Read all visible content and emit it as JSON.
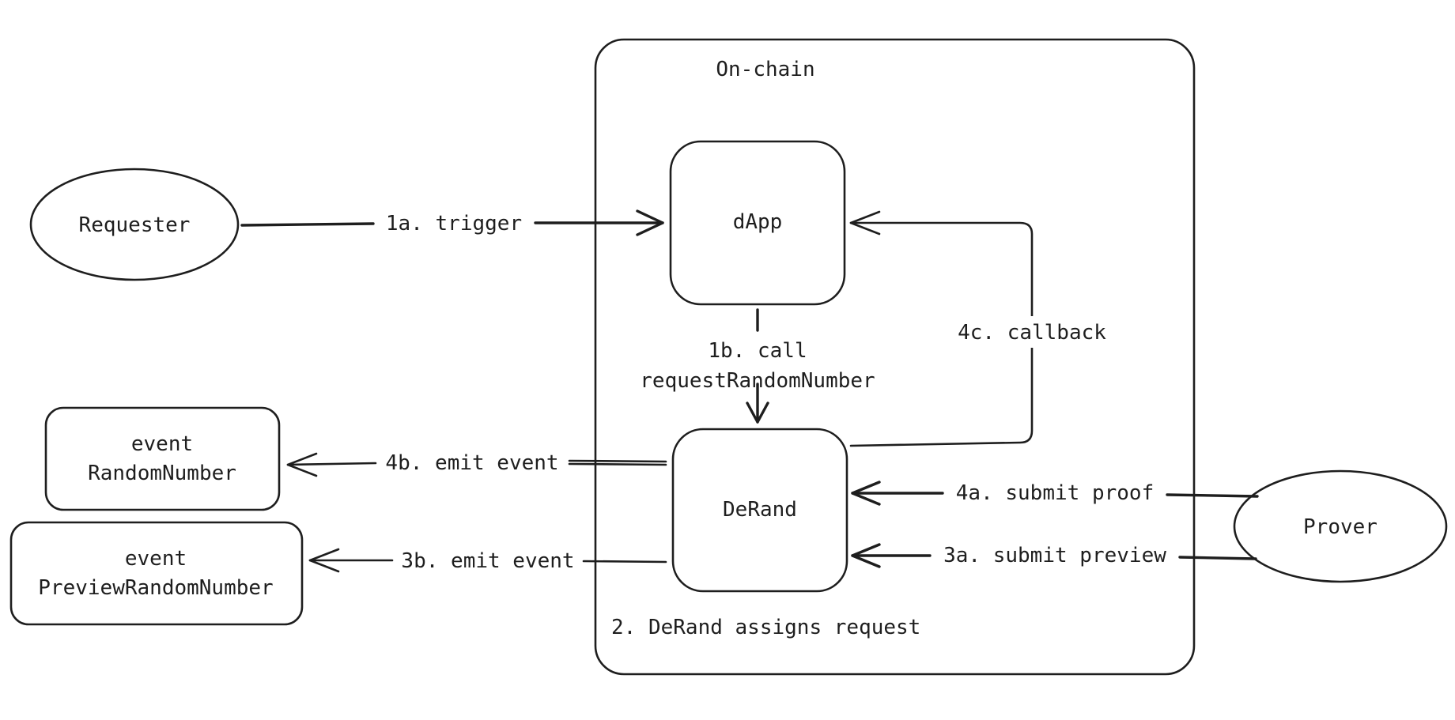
{
  "container": {
    "label": "On-chain"
  },
  "nodes": {
    "requester": "Requester",
    "dapp": "dApp",
    "derand": "DeRand",
    "prover": "Prover",
    "event_random_number": {
      "line1": "event",
      "line2": "RandomNumber"
    },
    "event_preview_random_number": {
      "line1": "event",
      "line2": "PreviewRandomNumber"
    }
  },
  "edges": {
    "trigger": "1a. trigger",
    "call": {
      "line1": "1b. call",
      "line2": "requestRandomNumber"
    },
    "assigns": "2. DeRand assigns request",
    "submit_preview": "3a. submit preview",
    "emit_preview": "3b. emit event",
    "submit_proof": "4a. submit proof",
    "emit_random": "4b. emit event",
    "callback": "4c. callback"
  }
}
